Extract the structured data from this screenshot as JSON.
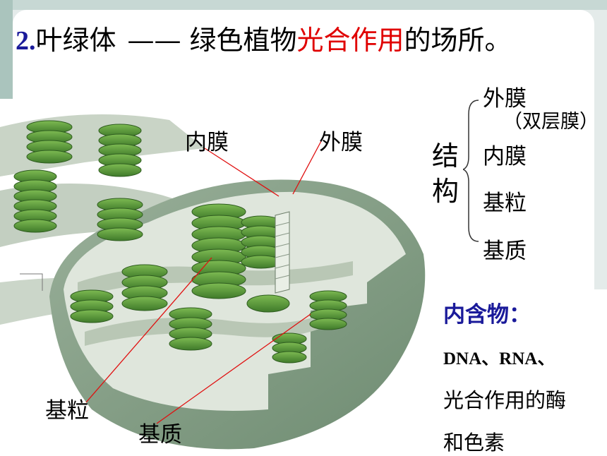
{
  "title": {
    "number": "2.",
    "subject": "叶绿体",
    "dash": "——",
    "text_before": "绿色植物",
    "highlight": "光合作用",
    "text_after": "的场所。"
  },
  "diagram_labels": {
    "inner_membrane": "内膜",
    "outer_membrane": "外膜",
    "grana": "基粒",
    "stroma": "基质"
  },
  "structure": {
    "heading_line1": "结",
    "heading_line2": "构",
    "items": [
      "外膜",
      "内膜",
      "基粒",
      "基质"
    ],
    "outer_note": "（双层膜）"
  },
  "contents": {
    "heading": "内含物：",
    "line1": "DNA、RNA、",
    "line2": "光合作用的酶",
    "line3": "和色素"
  },
  "colors": {
    "highlight": "#e00000",
    "number": "#1a1a9a",
    "annotation_line": "#e01010"
  }
}
